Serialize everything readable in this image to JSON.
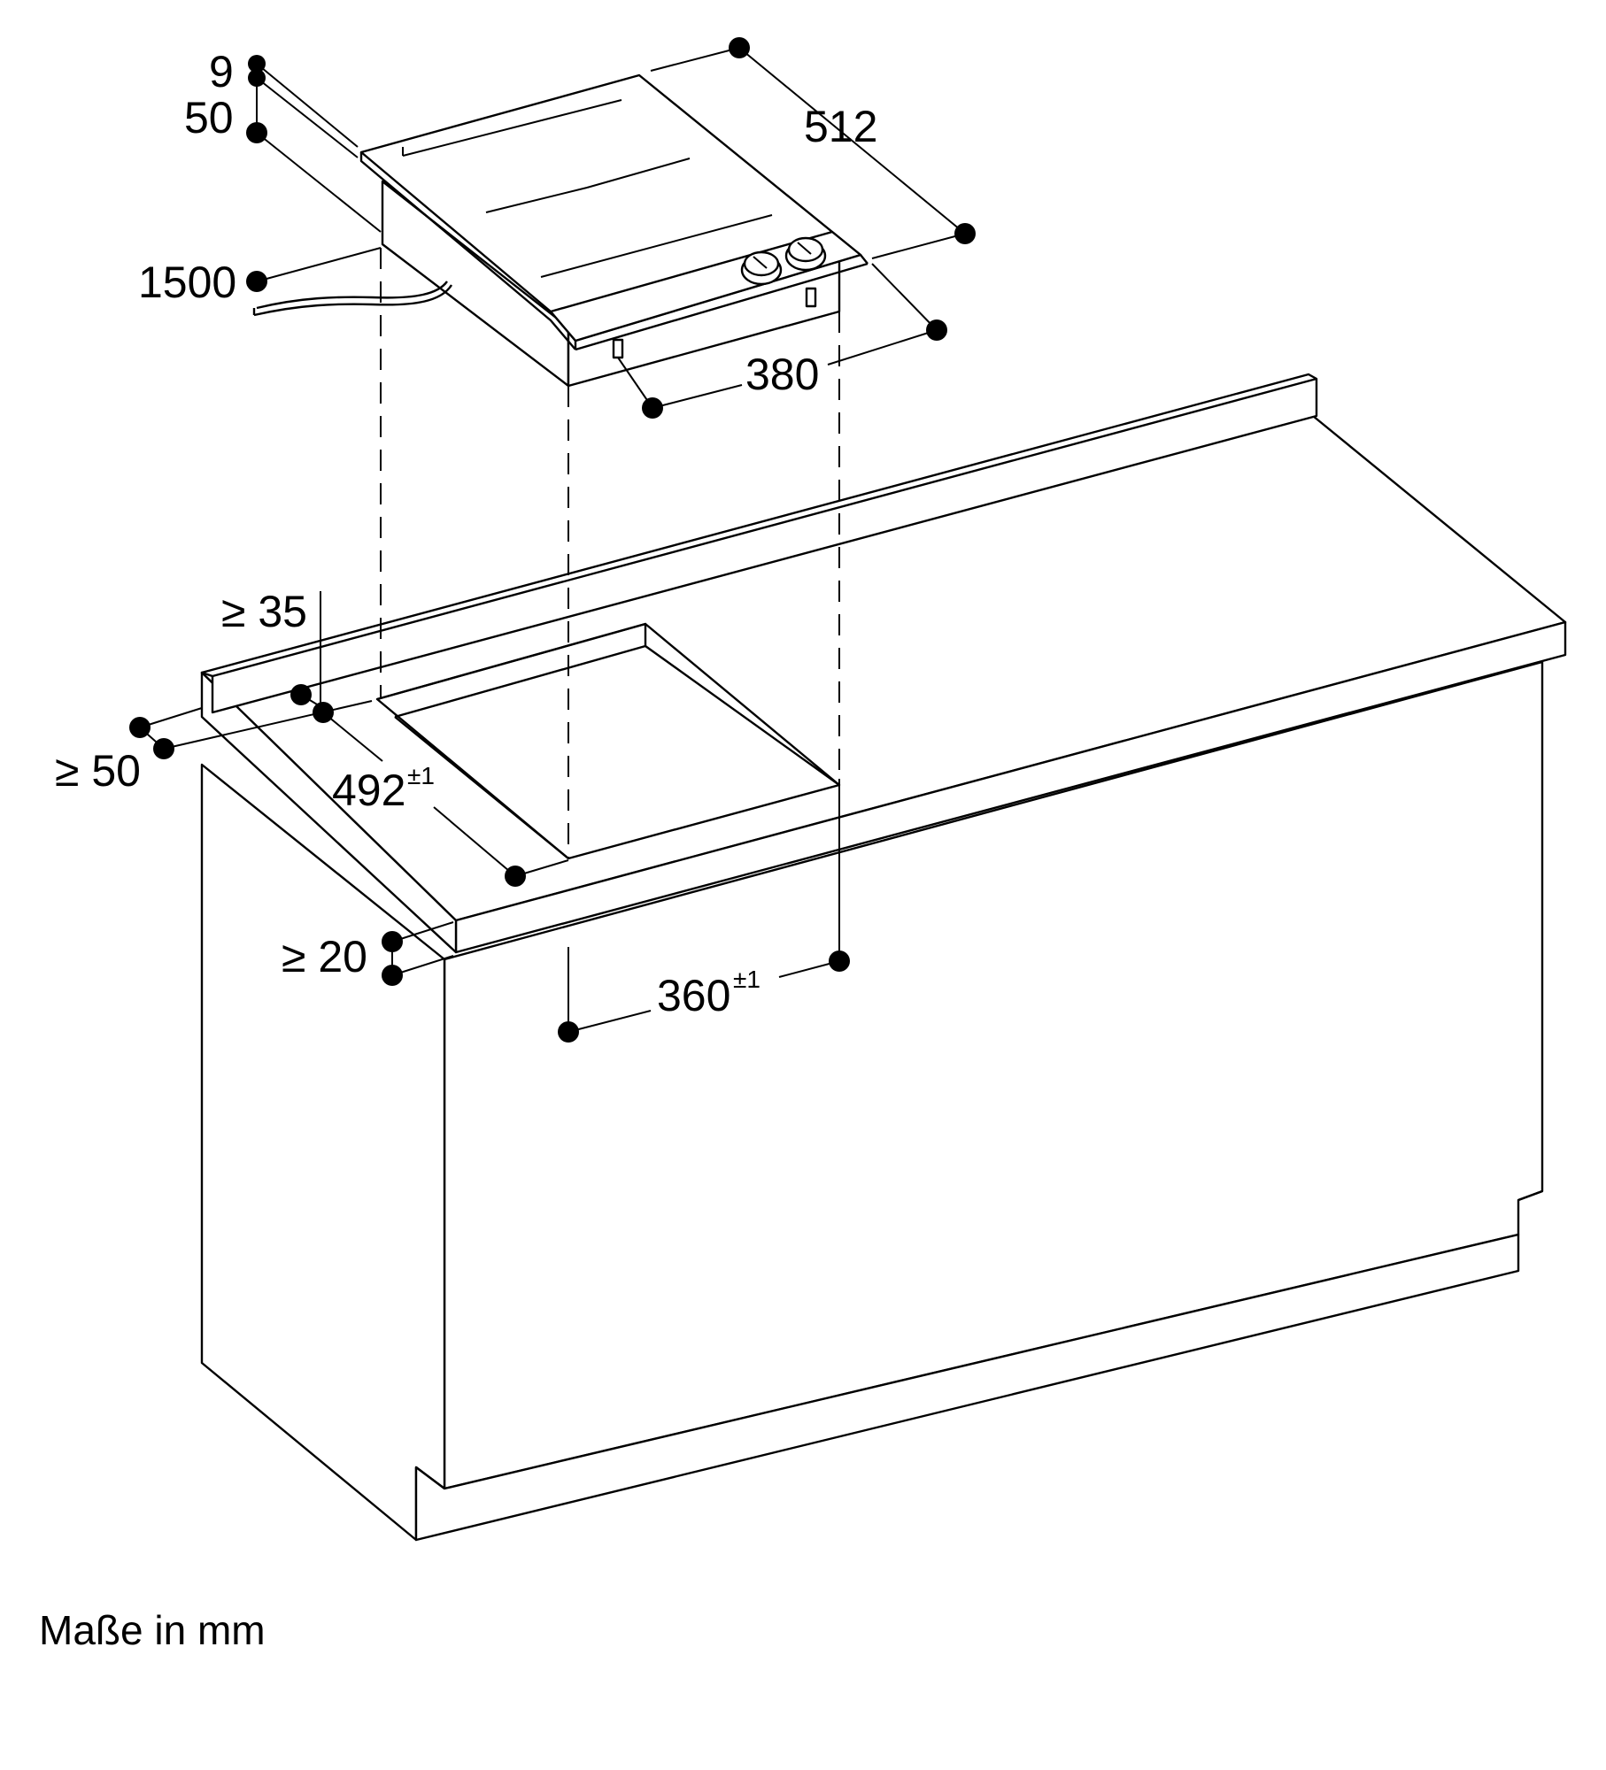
{
  "dimensions": {
    "hob_thickness": "9",
    "control_height": "50",
    "cable_length": "1500",
    "hob_depth": "512",
    "hob_width": "380",
    "min_back_distance": "≥ 35",
    "min_side_distance": "≥ 50",
    "cutout_depth": "492",
    "cutout_depth_tol": "±1",
    "min_front_distance": "≥ 20",
    "cutout_width": "360",
    "cutout_width_tol": "±1"
  },
  "caption": "Maße in mm"
}
